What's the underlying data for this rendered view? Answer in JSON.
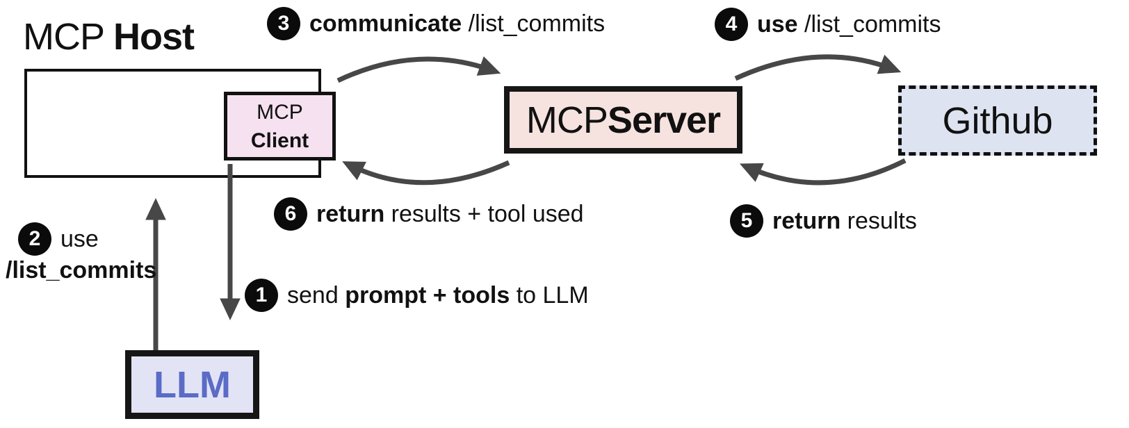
{
  "title": {
    "regular": "MCP ",
    "bold": "Host"
  },
  "nodes": {
    "host": {
      "label_regular": "MCP ",
      "label_bold": "Host"
    },
    "client": {
      "line1": "MCP",
      "line2": "Client"
    },
    "server": {
      "regular": "MCP ",
      "bold": "Server"
    },
    "github": {
      "label": "Github"
    },
    "llm": {
      "label": "LLM"
    }
  },
  "steps": {
    "s1": {
      "num": "1",
      "pre": "send ",
      "bold": "prompt + tools",
      "post": " to LLM"
    },
    "s2": {
      "num": "2",
      "line1": "use",
      "line2": "/list_commits"
    },
    "s3": {
      "num": "3",
      "pre": "",
      "bold": "communicate",
      "post": " /list_commits"
    },
    "s4": {
      "num": "4",
      "pre": "",
      "bold": "use",
      "post": " /list_commits"
    },
    "s5": {
      "num": "5",
      "pre": "",
      "bold": "return",
      "post": " results"
    },
    "s6": {
      "num": "6",
      "pre": "",
      "bold": "return",
      "post": " results + tool used"
    }
  },
  "colors": {
    "client_fill": "#f5e1f0",
    "server_fill": "#f6e3df",
    "github_fill": "#dde3f0",
    "llm_fill": "#e2e4f6",
    "llm_text": "#5b6bc6",
    "arrow": "#474747",
    "border": "#111111",
    "badge_bg": "#0b0b0b",
    "badge_text": "#ffffff"
  }
}
